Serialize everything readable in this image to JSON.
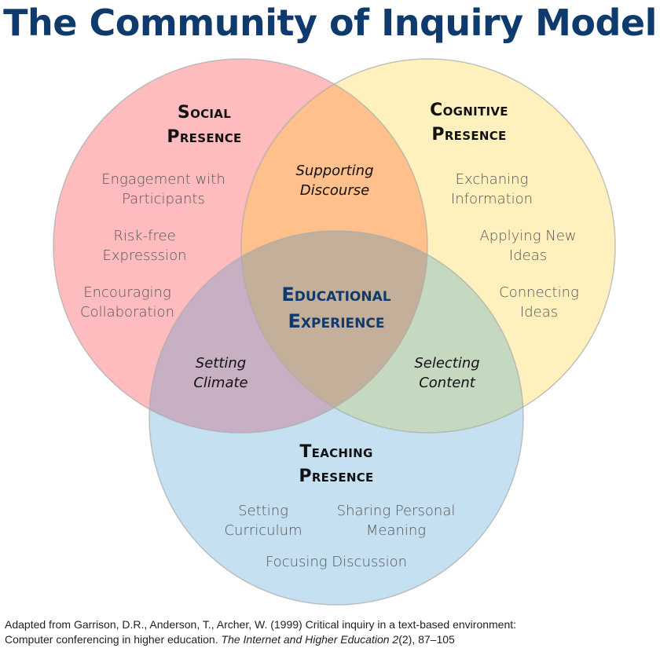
{
  "title": "The Community of Inquiry Model",
  "colors": {
    "title": "#0f3a6e",
    "social_fill": "#ffbcbf",
    "cognitive_fill": "#fff1bd",
    "teaching_fill": "#c5e0f1",
    "social_cognitive_overlap": "#ffc08c",
    "social_teaching_overlap": "#c7afc4",
    "cognitive_teaching_overlap": "#c5d8c0",
    "center_overlap": "#c4b09a",
    "outline": "#a9a9a9"
  },
  "circles": {
    "social": {
      "heading_line1": "Social",
      "heading_line2": "Presence",
      "items": [
        {
          "line1": "Engagement with",
          "line2": "Participants"
        },
        {
          "line1": "Risk-free",
          "line2": "Expresssion"
        },
        {
          "line1": "Encouraging",
          "line2": "Collaboration"
        }
      ]
    },
    "cognitive": {
      "heading_line1": "Cognitive",
      "heading_line2": "Presence",
      "items": [
        {
          "line1": "Exchaning",
          "line2": "Information"
        },
        {
          "line1": "Applying New",
          "line2": "Ideas"
        },
        {
          "line1": "Connecting",
          "line2": "Ideas"
        }
      ]
    },
    "teaching": {
      "heading_line1": "Teaching",
      "heading_line2": "Presence",
      "items": [
        {
          "line1": "Setting",
          "line2": "Curriculum"
        },
        {
          "line1": "Sharing Personal",
          "line2": "Meaning"
        },
        {
          "line1": "Focusing Discussion"
        }
      ]
    }
  },
  "overlaps": {
    "social_cognitive": {
      "line1": "Supporting",
      "line2": "Discourse"
    },
    "social_teaching": {
      "line1": "Setting",
      "line2": "Climate"
    },
    "cognitive_teaching": {
      "line1": "Selecting",
      "line2": "Content"
    },
    "center": {
      "line1": "Educational",
      "line2": "Experience"
    }
  },
  "citation": {
    "line1": "Adapted from Garrison, D.R., Anderson, T., Archer, W. (1999) Critical inquiry in a text-based environment:",
    "line2_prefix": "Computer conferencing in higher education. ",
    "journal": "The Internet and Higher Education 2",
    "line2_suffix": "(2), 87–105"
  }
}
